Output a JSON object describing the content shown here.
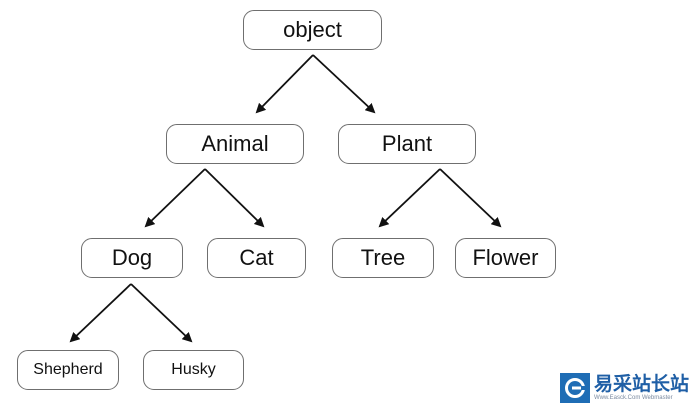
{
  "nodes": {
    "object": "object",
    "animal": "Animal",
    "plant": "Plant",
    "dog": "Dog",
    "cat": "Cat",
    "tree": "Tree",
    "flower": "Flower",
    "shepherd": "Shepherd",
    "husky": "Husky"
  },
  "edges": [
    [
      "object",
      "animal"
    ],
    [
      "object",
      "plant"
    ],
    [
      "animal",
      "dog"
    ],
    [
      "animal",
      "cat"
    ],
    [
      "plant",
      "tree"
    ],
    [
      "plant",
      "flower"
    ],
    [
      "dog",
      "shepherd"
    ],
    [
      "dog",
      "husky"
    ]
  ],
  "watermark": {
    "main": "易采站长站",
    "sub": "Www.Easck.Com Webmaster"
  },
  "colors": {
    "node_border": "#6f6f6f",
    "arrow": "#111111",
    "watermark_blue": "#1f6db5"
  }
}
